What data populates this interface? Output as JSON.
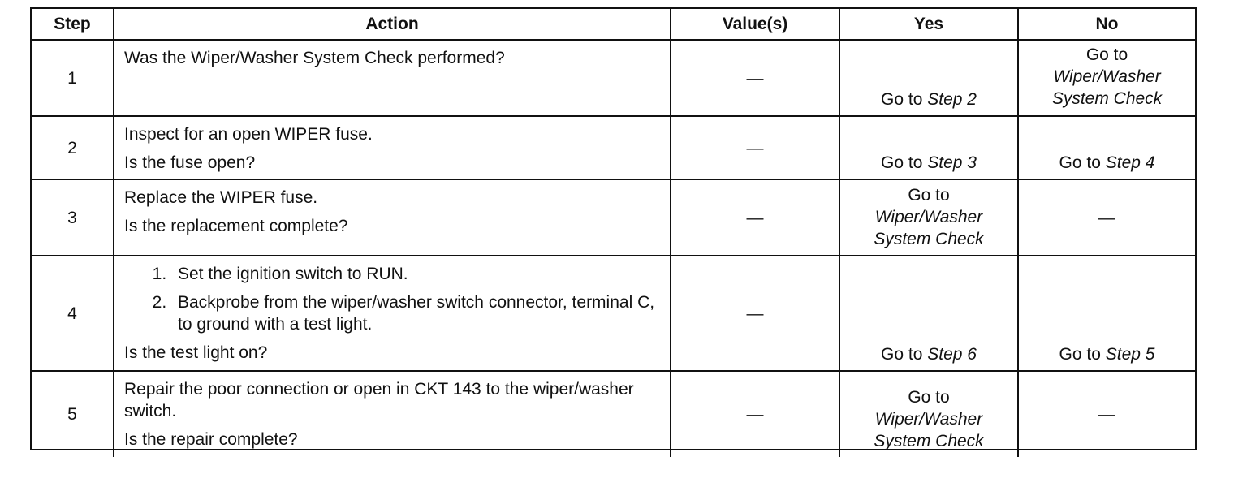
{
  "headers": {
    "step": "Step",
    "action": "Action",
    "values": "Value(s)",
    "yes": "Yes",
    "no": "No"
  },
  "rows": [
    {
      "step": "1",
      "action": [
        "Was the Wiper/Washer System Check performed?"
      ],
      "value": "—",
      "yes": {
        "prefix": "Go to ",
        "ref": "Step 2"
      },
      "no": {
        "prefix": "Go to",
        "ref1": "Wiper/Washer",
        "ref2": "System Check"
      }
    },
    {
      "step": "2",
      "action": [
        "Inspect for an open WIPER fuse.",
        "Is the fuse open?"
      ],
      "value": "—",
      "yes": {
        "prefix": "Go to ",
        "ref": "Step 3"
      },
      "no": {
        "prefix": "Go to ",
        "ref": "Step 4"
      }
    },
    {
      "step": "3",
      "action": [
        "Replace the WIPER fuse.",
        "Is the replacement complete?"
      ],
      "value": "—",
      "yes": {
        "prefix": "Go to",
        "ref1": "Wiper/Washer",
        "ref2": "System Check"
      },
      "no": {
        "text": "—"
      }
    },
    {
      "step": "4",
      "list": [
        "Set the ignition switch to RUN.",
        "Backprobe from the wiper/washer switch connector, terminal C, to ground with a test light."
      ],
      "question": "Is the test light on?",
      "value": "—",
      "yes": {
        "prefix": "Go to ",
        "ref": "Step 6"
      },
      "no": {
        "prefix": "Go to ",
        "ref": "Step 5"
      }
    },
    {
      "step": "5",
      "action": [
        "Repair the poor connection or open in CKT 143 to the wiper/washer switch.",
        "Is the repair complete?"
      ],
      "value": "—",
      "yes": {
        "prefix": "Go to",
        "ref1": "Wiper/Washer",
        "ref2": "System Check"
      },
      "no": {
        "text": "—"
      }
    }
  ]
}
